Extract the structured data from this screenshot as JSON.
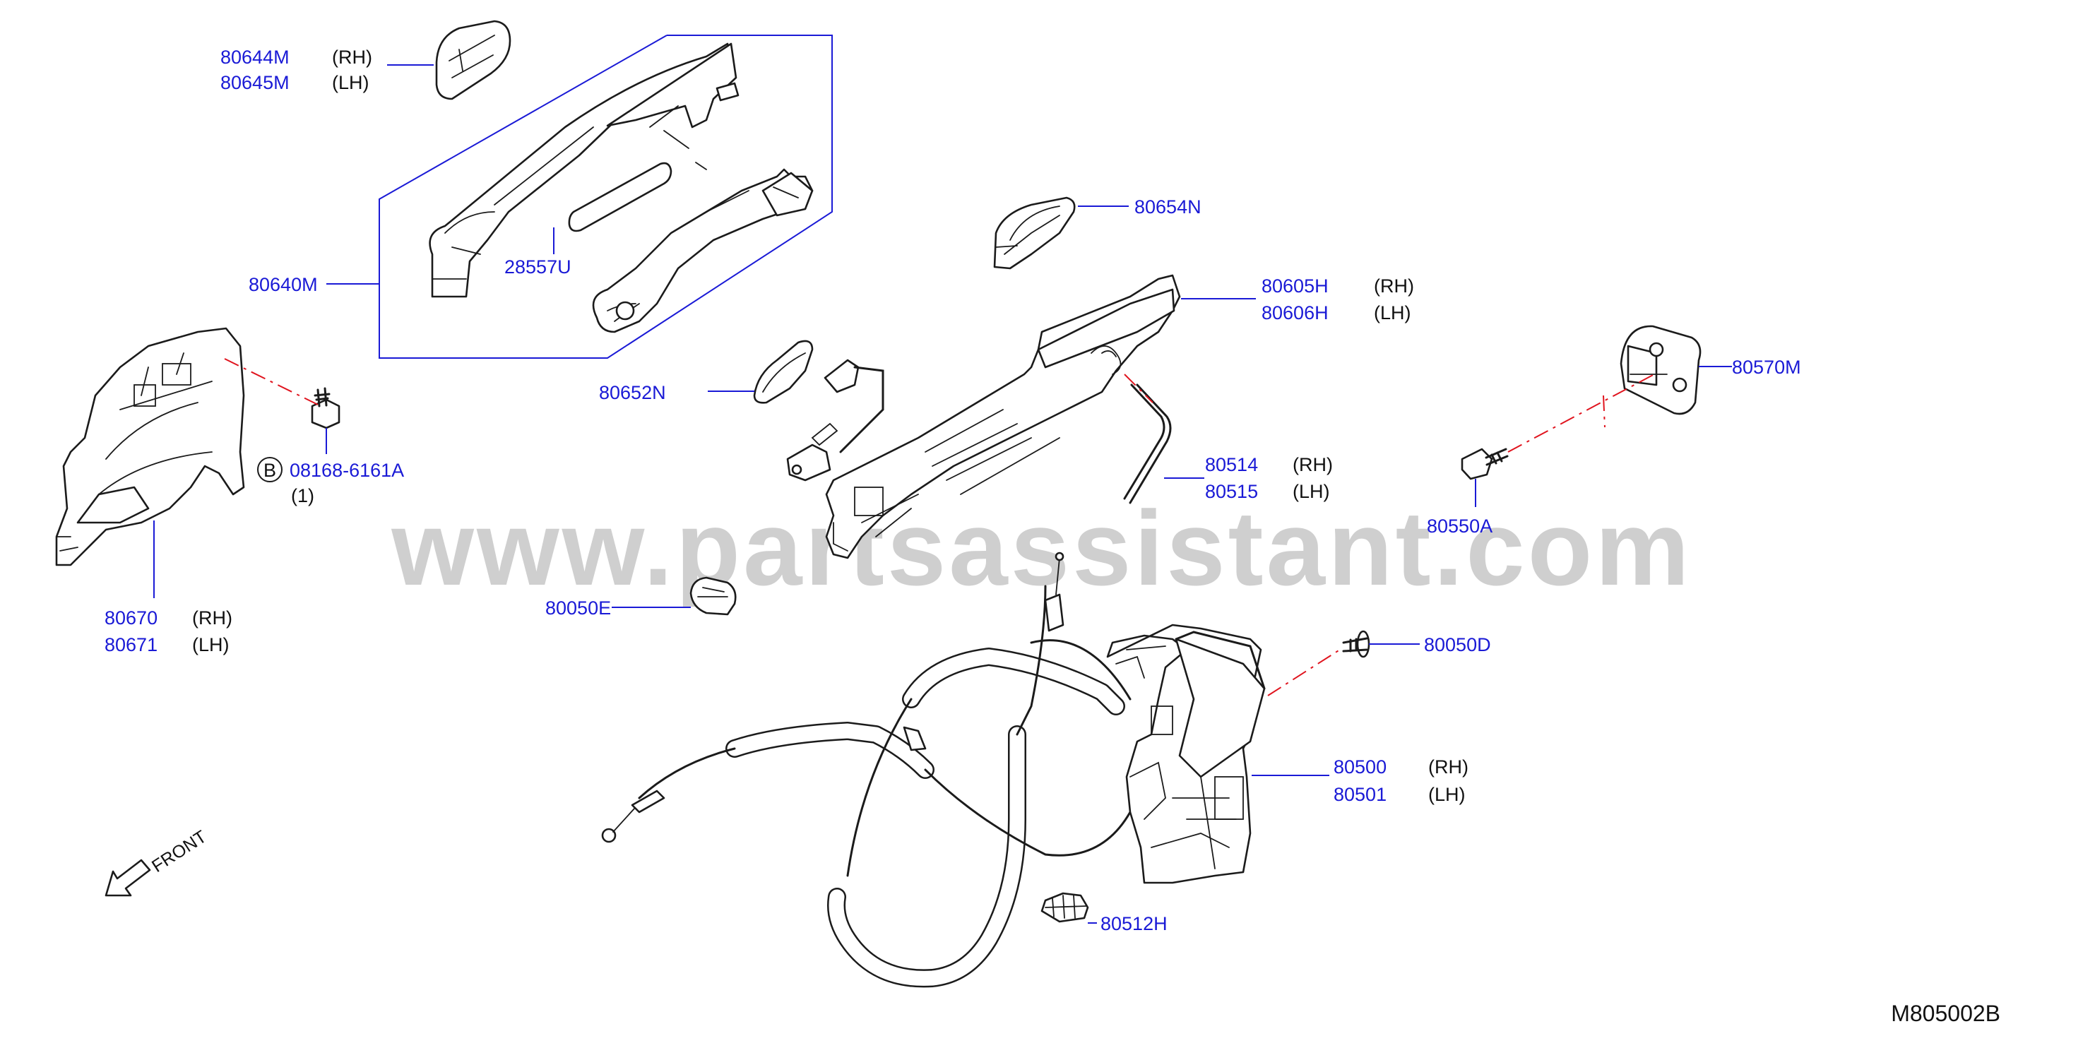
{
  "diagram": {
    "watermark": "www.partsassistant.com",
    "diagram_code": "M805002B",
    "front_indicator": "FRONT",
    "bolt_callout_letter": "B",
    "colors": {
      "part_number": "#1a1ad6",
      "leader": "#1a1ad6",
      "centerline": "#e0141e",
      "line_art": "#1b1b1b"
    },
    "callouts": [
      {
        "part": "80644M",
        "side": "(RH)"
      },
      {
        "part": "80645M",
        "side": "(LH)"
      },
      {
        "part": "80640M"
      },
      {
        "part": "28557U"
      },
      {
        "part": "80654N"
      },
      {
        "part": "80605H",
        "side": "(RH)"
      },
      {
        "part": "80606H",
        "side": "(LH)"
      },
      {
        "part": "80570M"
      },
      {
        "part": "80652N"
      },
      {
        "part": "08168-6161A",
        "qty": "(1)"
      },
      {
        "part": "80514",
        "side": "(RH)"
      },
      {
        "part": "80515",
        "side": "(LH)"
      },
      {
        "part": "80550A"
      },
      {
        "part": "80670",
        "side": "(RH)"
      },
      {
        "part": "80671",
        "side": "(LH)"
      },
      {
        "part": "80050E"
      },
      {
        "part": "80050D"
      },
      {
        "part": "80500",
        "side": "(RH)"
      },
      {
        "part": "80501",
        "side": "(LH)"
      },
      {
        "part": "80512H"
      }
    ]
  }
}
